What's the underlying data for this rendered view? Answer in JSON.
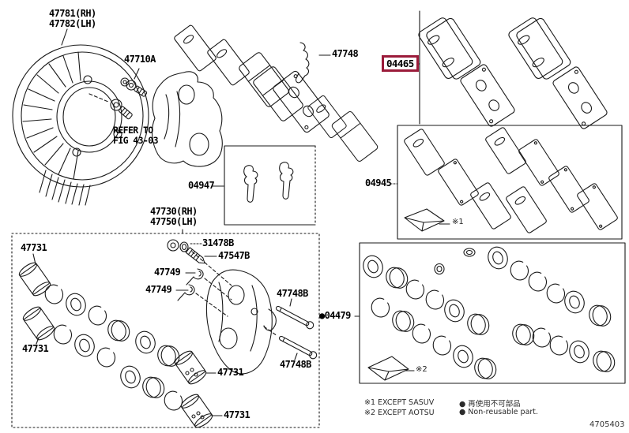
{
  "meta": {
    "background": "#ffffff",
    "line_color": "#1a1a1a",
    "highlight_color": "#9b1b3a"
  },
  "parts": {
    "dust_cover_rh": "47781(RH)",
    "dust_cover_lh": "47782(LH)",
    "bolt": "47710A",
    "pad_wear_indicator": "47748",
    "pad_kit": "04465",
    "pad_support_plate_kit": "04947",
    "anti_squeal_shim_kit": "04945",
    "caliper_assy_rh": "47730(RH)",
    "caliper_assy_lh": "47750(LH)",
    "piston": "47731",
    "bleeder_plug_cap": "31478B",
    "bleeder_plug": "47547B",
    "clip": "47749",
    "slide_pin": "47748B",
    "seal_kit": "04479",
    "seal_kit_bullet": "●"
  },
  "notes": {
    "refer_line1": "REFER TO",
    "refer_line2": "FIG 43-03",
    "ref1": "※1",
    "ref2": "※2"
  },
  "legend": {
    "note1": "※1 EXCEPT SASUV",
    "note2": "※2 EXCEPT AOTSU",
    "non_reusable_jp": "● 再使用不可部品",
    "non_reusable_en": "● Non-reusable part.",
    "drawing_code": "4705403"
  }
}
